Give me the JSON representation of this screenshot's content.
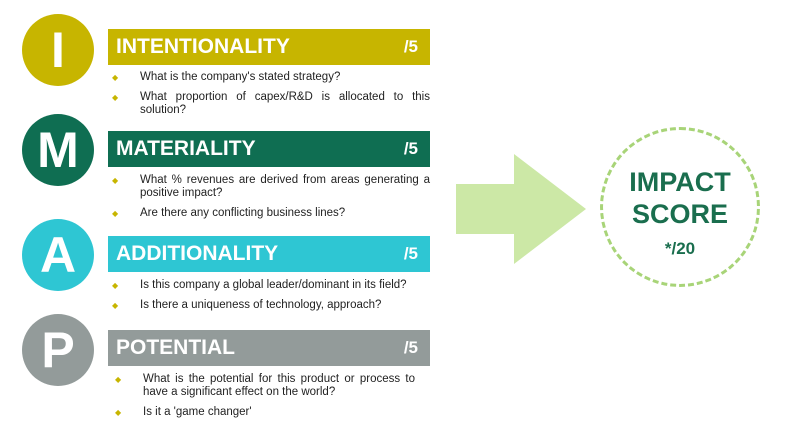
{
  "colors": {
    "intentionality": "#c7b500",
    "materiality": "#0f6e52",
    "additionality": "#2ec6d3",
    "potential": "#939b9a",
    "arrow": "#cce8a6",
    "score_ring": "#a8d478",
    "score_text": "#1a6e4e",
    "bullet": "#c7b500"
  },
  "sections": [
    {
      "letter": "I",
      "title": "INTENTIONALITY",
      "score": "/5",
      "questions": [
        "What is the company's stated strategy?",
        "What proportion of capex/R&D is allocated to this solution?"
      ]
    },
    {
      "letter": "M",
      "title": "MATERIALITY",
      "score": "/5",
      "questions": [
        "What % revenues are derived from areas generating a positive impact?",
        "Are there any conflicting business lines?"
      ]
    },
    {
      "letter": "A",
      "title": "ADDITIONALITY",
      "score": "/5",
      "questions": [
        "Is this company a global leader/dominant in its field?",
        "Is there a uniqueness of technology, approach?"
      ]
    },
    {
      "letter": "P",
      "title": "POTENTIAL",
      "score": "/5",
      "questions": [
        "What is the potential for this product or process to have a significant effect on the world?",
        "Is it a 'game changer'"
      ]
    }
  ],
  "impact": {
    "line1": "IMPACT",
    "line2": "SCORE",
    "total": "*/20"
  },
  "icons": {
    "bullet": "diamond-bullet-icon",
    "arrow": "right-arrow-icon"
  }
}
